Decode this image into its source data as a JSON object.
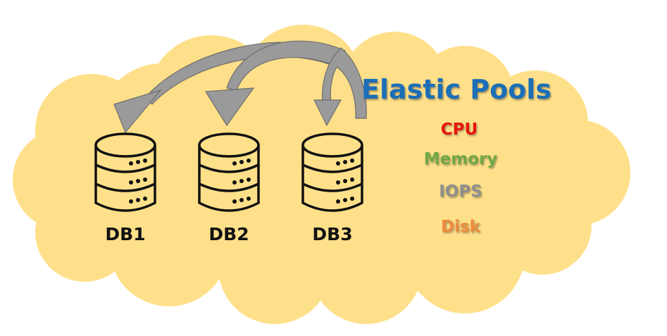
{
  "title": {
    "text": "Elastic Pools",
    "color": "#1F6EB7"
  },
  "databases": [
    {
      "label": "DB1"
    },
    {
      "label": "DB2"
    },
    {
      "label": "DB3"
    }
  ],
  "resources": [
    {
      "label": "CPU",
      "color": "#E8120C"
    },
    {
      "label": "Memory",
      "color": "#6FA845"
    },
    {
      "label": "IOPS",
      "color": "#8E8E8E"
    },
    {
      "label": "Disk",
      "color": "#EE8A3C"
    }
  ],
  "colors": {
    "cloud_fill": "#FFE08A",
    "cylinder_fill": "#FFE08A",
    "cylinder_stroke": "#111111",
    "arrow_fill": "#9A9A9A",
    "arrow_stroke": "#6E6E6E"
  }
}
